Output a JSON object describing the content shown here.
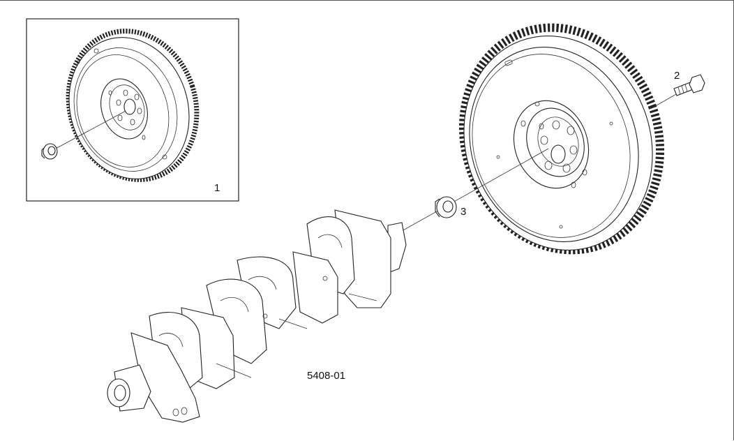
{
  "diagram": {
    "callouts": [
      {
        "id": "1",
        "text": "1"
      },
      {
        "id": "2",
        "text": "2"
      },
      {
        "id": "3",
        "text": "3"
      }
    ],
    "drawing_code": "5408-01"
  }
}
